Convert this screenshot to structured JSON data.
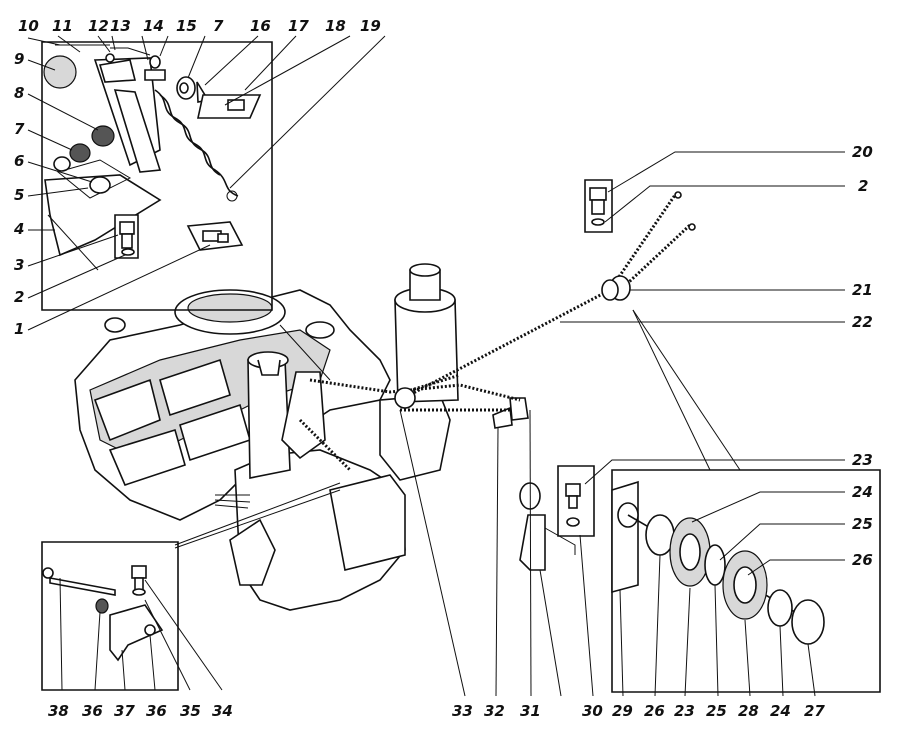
{
  "callouts": [
    "10",
    "11",
    "12",
    "13",
    "14",
    "15",
    "7",
    "16",
    "17",
    "18",
    "19",
    "9",
    "8",
    "7",
    "6",
    "5",
    "4",
    "3",
    "2",
    "1",
    "20",
    "2",
    "21",
    "22",
    "23",
    "24",
    "25",
    "26",
    "38",
    "36",
    "37",
    "36",
    "35",
    "34",
    "33",
    "32",
    "31",
    "30",
    "29",
    "26",
    "23",
    "25",
    "28",
    "24",
    "27"
  ]
}
